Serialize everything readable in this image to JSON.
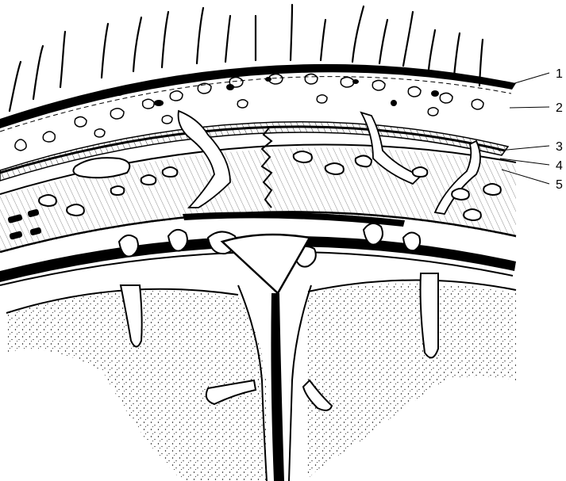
{
  "figure": {
    "labels": [
      {
        "id": "label-1",
        "text": "1"
      },
      {
        "id": "label-2",
        "text": "2"
      },
      {
        "id": "label-3",
        "text": "3"
      },
      {
        "id": "label-4",
        "text": "4"
      },
      {
        "id": "label-5",
        "text": "5"
      }
    ],
    "colors": {
      "ink": "#000000",
      "paper": "#ffffff"
    }
  }
}
